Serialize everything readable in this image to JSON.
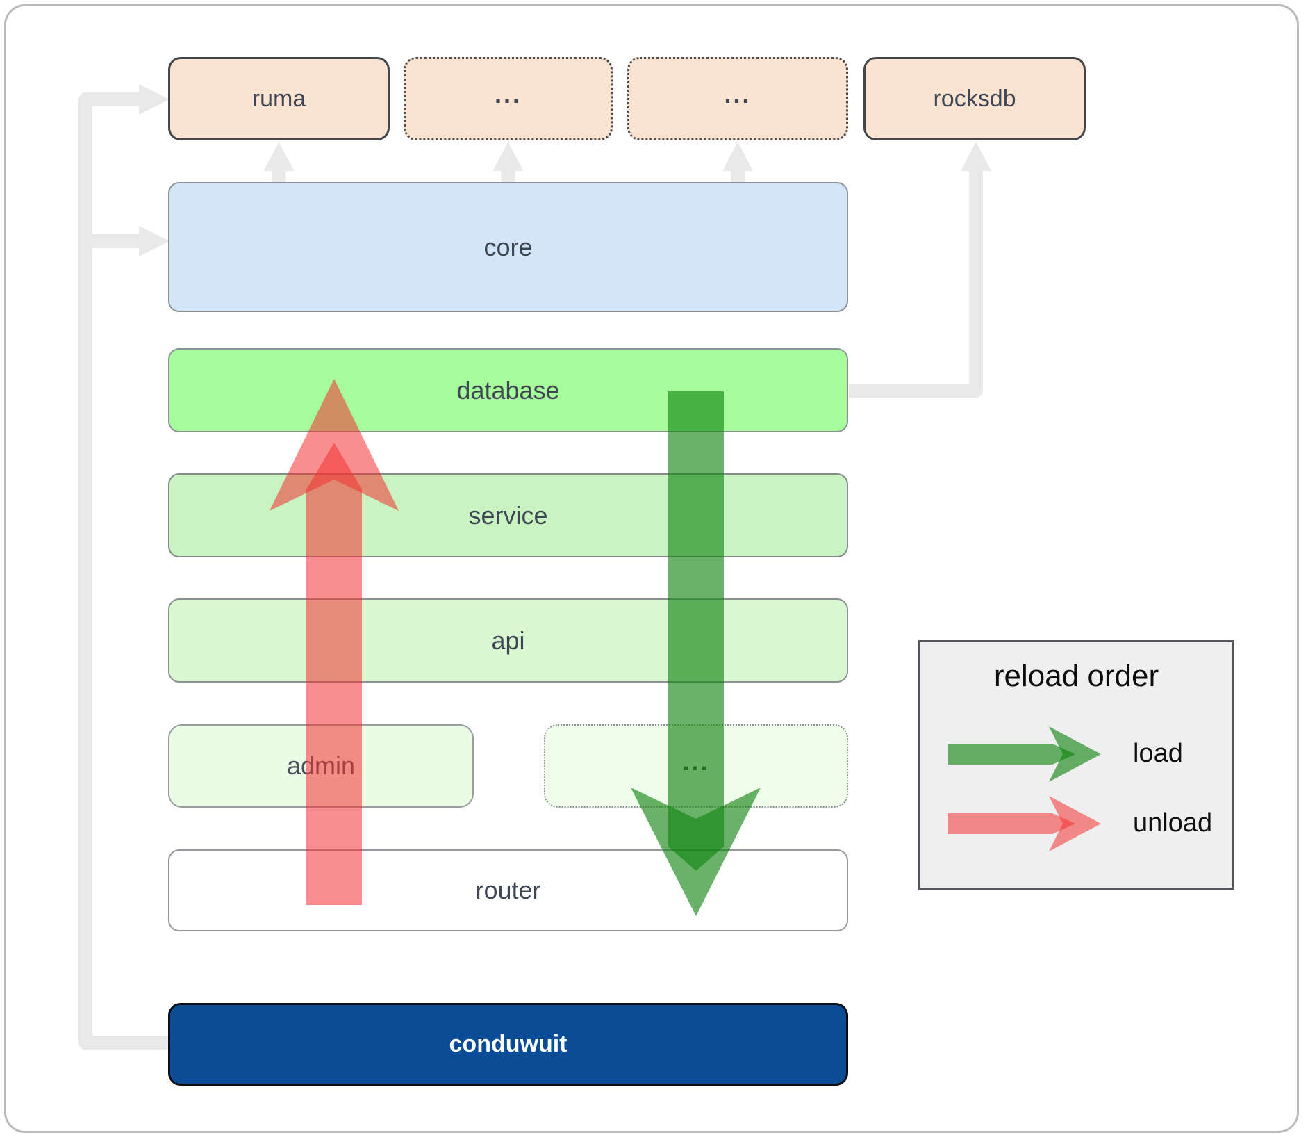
{
  "boxes": {
    "ruma": "ruma",
    "top_dots_1": "...",
    "top_dots_2": "...",
    "rocksdb": "rocksdb",
    "core": "core",
    "database": "database",
    "service": "service",
    "api": "api",
    "admin": "admin",
    "admin_dots": "...",
    "router": "router",
    "conduwuit": "conduwuit"
  },
  "legend": {
    "title": "reload order",
    "load": "load",
    "unload": "unload"
  },
  "colors": {
    "load_arrow": "#0f820f",
    "unload_arrow": "#f33131",
    "connector": "#e9e9e9",
    "box_peach": "#fbe3d1",
    "box_core": "#d3e5f8",
    "box_database": "#a6fc9b",
    "box_service": "#c9f3c1",
    "box_api": "#d9f8d2",
    "box_admin": "#eafbe6",
    "box_router": "#ffffff",
    "box_conduwuit": "#0a4c96",
    "label_text": "#3f4754"
  }
}
